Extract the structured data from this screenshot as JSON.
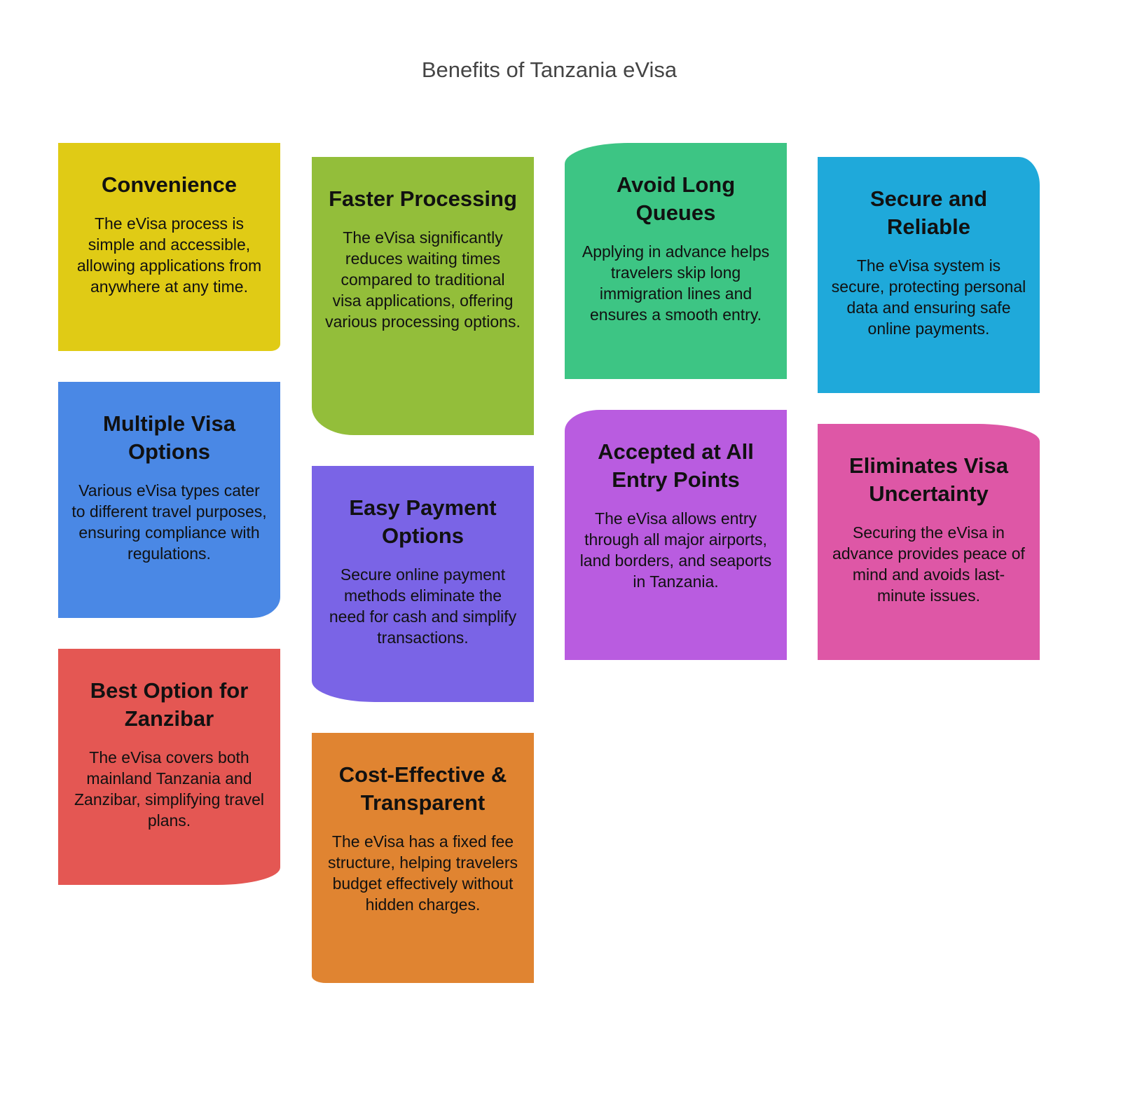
{
  "title": "Benefits of Tanzania eVisa",
  "cards": [
    {
      "heading": "Convenience",
      "text": "The eVisa process is simple and accessible, allowing applications from anywhere at any time.",
      "color": "#E0CB15"
    },
    {
      "heading": "Faster Processing",
      "text": "The eVisa significantly reduces waiting times compared to traditional visa applications, offering various processing options.",
      "color": "#93BE3A"
    },
    {
      "heading": "Avoid Long Queues",
      "text": "Applying in advance helps travelers skip long immigration lines and ensures a smooth entry.",
      "color": "#3DC584"
    },
    {
      "heading": "Secure and Reliable",
      "text": "The eVisa system is secure, protecting personal data and ensuring safe online payments.",
      "color": "#1FA9DA"
    },
    {
      "heading": "Multiple Visa Options",
      "text": "Various eVisa types cater to different travel purposes, ensuring compliance with regulations.",
      "color": "#4A88E5"
    },
    {
      "heading": "Easy Payment Options",
      "text": "Secure online payment methods eliminate the need for cash and simplify transactions.",
      "color": "#7A64E6"
    },
    {
      "heading": "Accepted at All Entry Points",
      "text": "The eVisa allows entry through all major airports, land borders, and seaports in Tanzania.",
      "color": "#B95CE0"
    },
    {
      "heading": "Eliminates Visa Uncertainty",
      "text": "Securing the eVisa in advance provides peace of mind and avoids last-minute issues.",
      "color": "#DE57A6"
    },
    {
      "heading": "Best Option for Zanzibar",
      "text": "The eVisa covers both mainland Tanzania and Zanzibar, simplifying travel plans.",
      "color": "#E45753"
    },
    {
      "heading": "Cost-Effective & Transparent",
      "text": "The eVisa has a fixed fee structure, helping travelers budget effectively without hidden charges.",
      "color": "#E08431"
    }
  ]
}
